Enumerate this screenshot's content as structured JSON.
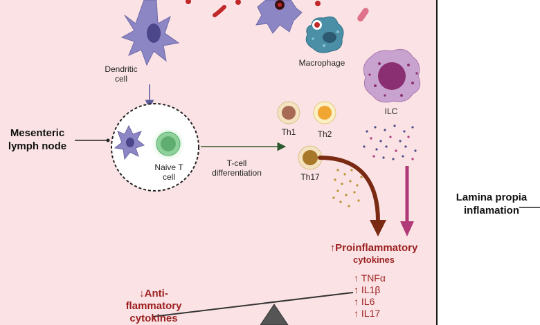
{
  "labels": {
    "dendritic_cell": [
      "Dendritic",
      "cell"
    ],
    "macrophage": "Macrophage",
    "ilc": "ILC",
    "th1": "Th1",
    "th2": "Th2",
    "th17": "Th17",
    "naive_t_cell": [
      "Naive T",
      "cell"
    ],
    "t_cell_differentiation": [
      "T-cell",
      "differentiation"
    ],
    "mesenteric_lymph_node": [
      "Mesenteric",
      "lymph node"
    ],
    "lamina_propia_inflamation": [
      "Lamina propia",
      "inflamation"
    ],
    "proinflammatory": [
      "↑Proinflammatory",
      "cytokines"
    ],
    "anti_inflammatory": [
      "↓Anti-",
      "flammatory",
      "cytokines"
    ],
    "cytokine_list": [
      "↑ TNFα",
      "↑ IL1β",
      "↑ IL6",
      "↑ IL17"
    ]
  },
  "icons": [
    "dendritic-cell-icon",
    "macrophage-icon",
    "ilc-cell-icon",
    "t-cell-icon",
    "bacteria-icon"
  ],
  "colors": {
    "panel_background": "#fbe3e5",
    "dendritic_cell": "#8c86c4",
    "macrophage": "#4a8fa6",
    "ilc": "#c9a3cf",
    "th17_arrow": "#7a2a12",
    "ilc_arrow": "#b03a78",
    "cytokine_text": "#9c1f1f",
    "dc_arrow": "#5a5a9a",
    "differentiation_arrow": "#2f5a2f"
  }
}
